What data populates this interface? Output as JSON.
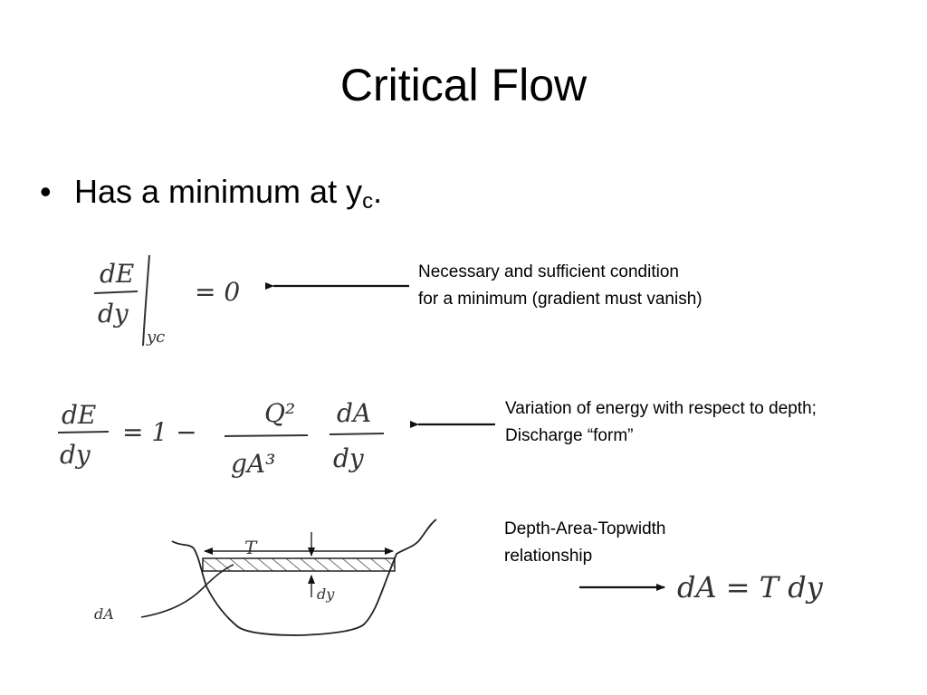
{
  "slide": {
    "title": "Critical Flow",
    "bullet": {
      "text": "Has a minimum at y",
      "subscript": "c",
      "suffix": "."
    },
    "notes": {
      "minimum_condition": {
        "line1": "Necessary and sufficient condition",
        "line2": "for a minimum (gradient must vanish)"
      },
      "energy_variation": {
        "line1": "Variation of energy with respect to depth;",
        "line2": "Discharge “form”"
      },
      "depth_area_topwidth": {
        "line1": "Depth-Area-Topwidth",
        "line2": "relationship"
      }
    },
    "handwritten": {
      "eq1": {
        "num": "dE",
        "den": "dy",
        "sub": "yc",
        "rhs": "= 0"
      },
      "eq2": {
        "num": "dE",
        "den": "dy",
        "mid": "= 1 −",
        "frac1_num": "Q²",
        "frac1_den": "gA³",
        "frac2_num": "dA",
        "frac2_den": "dy"
      },
      "eq3": "dA = T dy",
      "sketch_labels": {
        "topwidth": "T",
        "depth_increment": "dy",
        "area_increment": "dA"
      }
    }
  }
}
